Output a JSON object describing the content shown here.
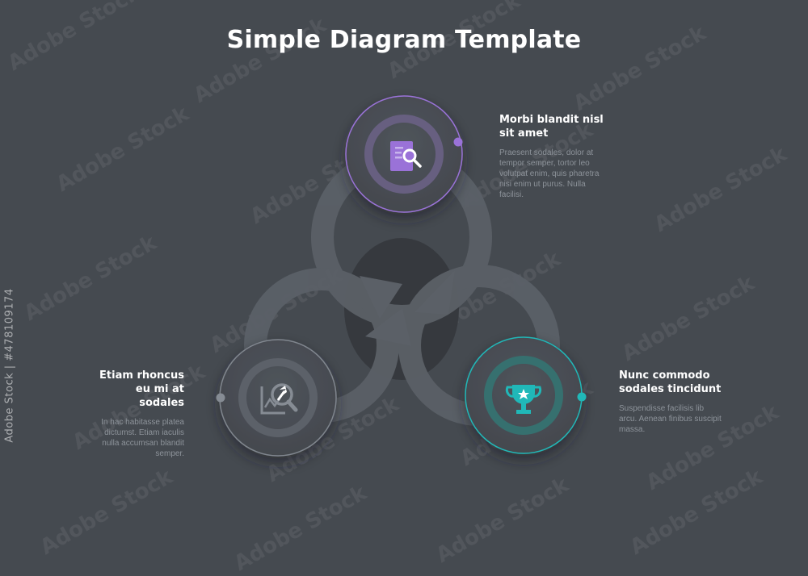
{
  "title": "Simple Diagram Template",
  "colors": {
    "background": "#454a50",
    "purple": "#9a72d8",
    "teal": "#20b8b8",
    "gray": "#6c727a"
  },
  "steps": [
    {
      "id": "top",
      "heading": "Morbi blandit nisl sit amet",
      "body": "Praesent sodales, dolor at tempor semper, tortor leo volutpat enim, quis pharetra nisi enim ut purus. Nulla facilisi.",
      "icon": "document-search-icon",
      "accent": "#9a72d8"
    },
    {
      "id": "left",
      "heading": "Etiam rhoncus eu mi at sodales",
      "body": "In hac habitasse platea dictumst. Etiam iaculis nulla accumsan blandit semper.",
      "icon": "chart-magnifier-icon",
      "accent": "#6c727a"
    },
    {
      "id": "right",
      "heading": "Nunc commodo sodales tincidunt",
      "body": "Suspendisse facilisis lib arcu. Aenean finibus suscipit massa.",
      "icon": "trophy-icon",
      "accent": "#20b8b8"
    }
  ],
  "watermark": {
    "text": "Adobe Stock",
    "side_id": "Adobe Stock | #478109174"
  }
}
